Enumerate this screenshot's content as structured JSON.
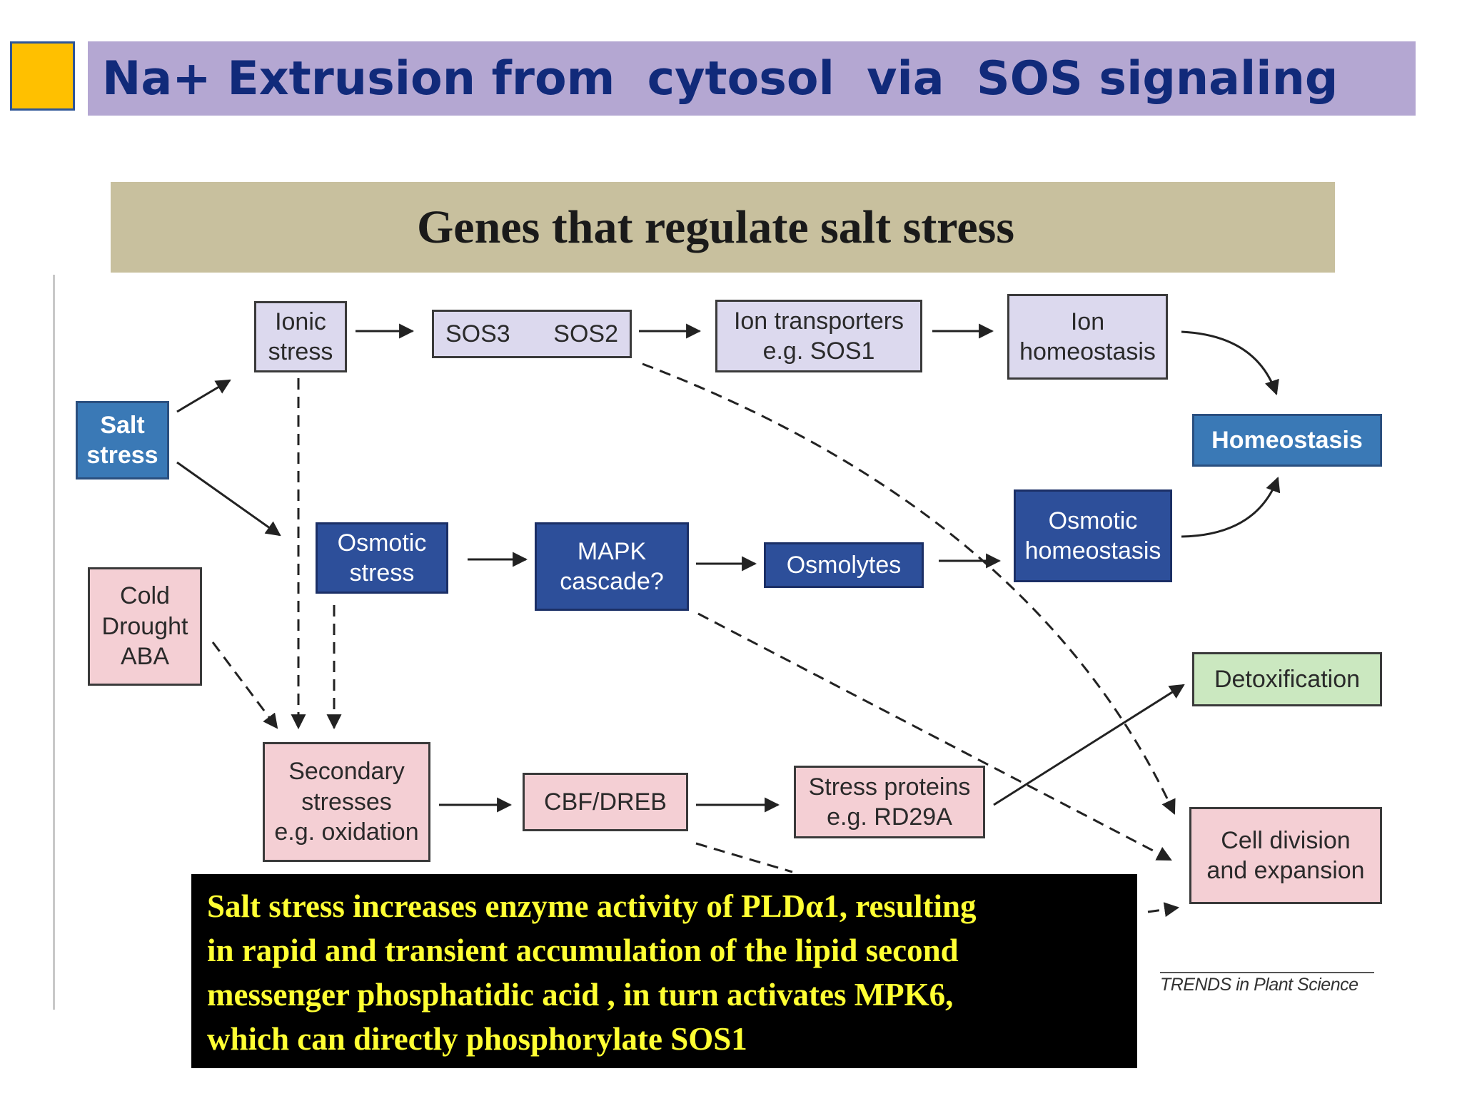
{
  "slide": {
    "title": "Na+ Extrusion from  cytosol  via  SOS signaling",
    "accent_color": "#ffc000",
    "title_bar_color": "#b4a7d2"
  },
  "figure": {
    "header": "Genes that regulate salt stress",
    "credit": "TRENDS in Plant Science",
    "nodes": {
      "salt_stress": "Salt\nstress",
      "ionic_stress": "Ionic\nstress",
      "sos3_sos2": "SOS3",
      "sos2": "SOS2",
      "ion_transporters": "Ion transporters\ne.g. SOS1",
      "ion_homeostasis": "Ion\nhomeostasis",
      "homeostasis": "Homeostasis",
      "osmotic_stress": "Osmotic\nstress",
      "mapk": "MAPK\ncascade?",
      "osmolytes": "Osmolytes",
      "osmotic_homeostasis": "Osmotic\nhomeostasis",
      "cold_drought_aba": "Cold\nDrought\nABA",
      "secondary_stresses": "Secondary\nstresses\ne.g. oxidation",
      "cbf_dreb": "CBF/DREB",
      "stress_proteins": "Stress proteins\ne.g. RD29A",
      "detoxification": "Detoxification",
      "cell_division": "Cell division\nand expansion"
    }
  },
  "caption": {
    "text": "Salt stress increases enzyme activity of PLDα1, resulting\nin rapid and transient accumulation of the lipid second\nmessenger phosphatidic acid , in turn activates MPK6,\nwhich can directly phosphorylate SOS1"
  }
}
